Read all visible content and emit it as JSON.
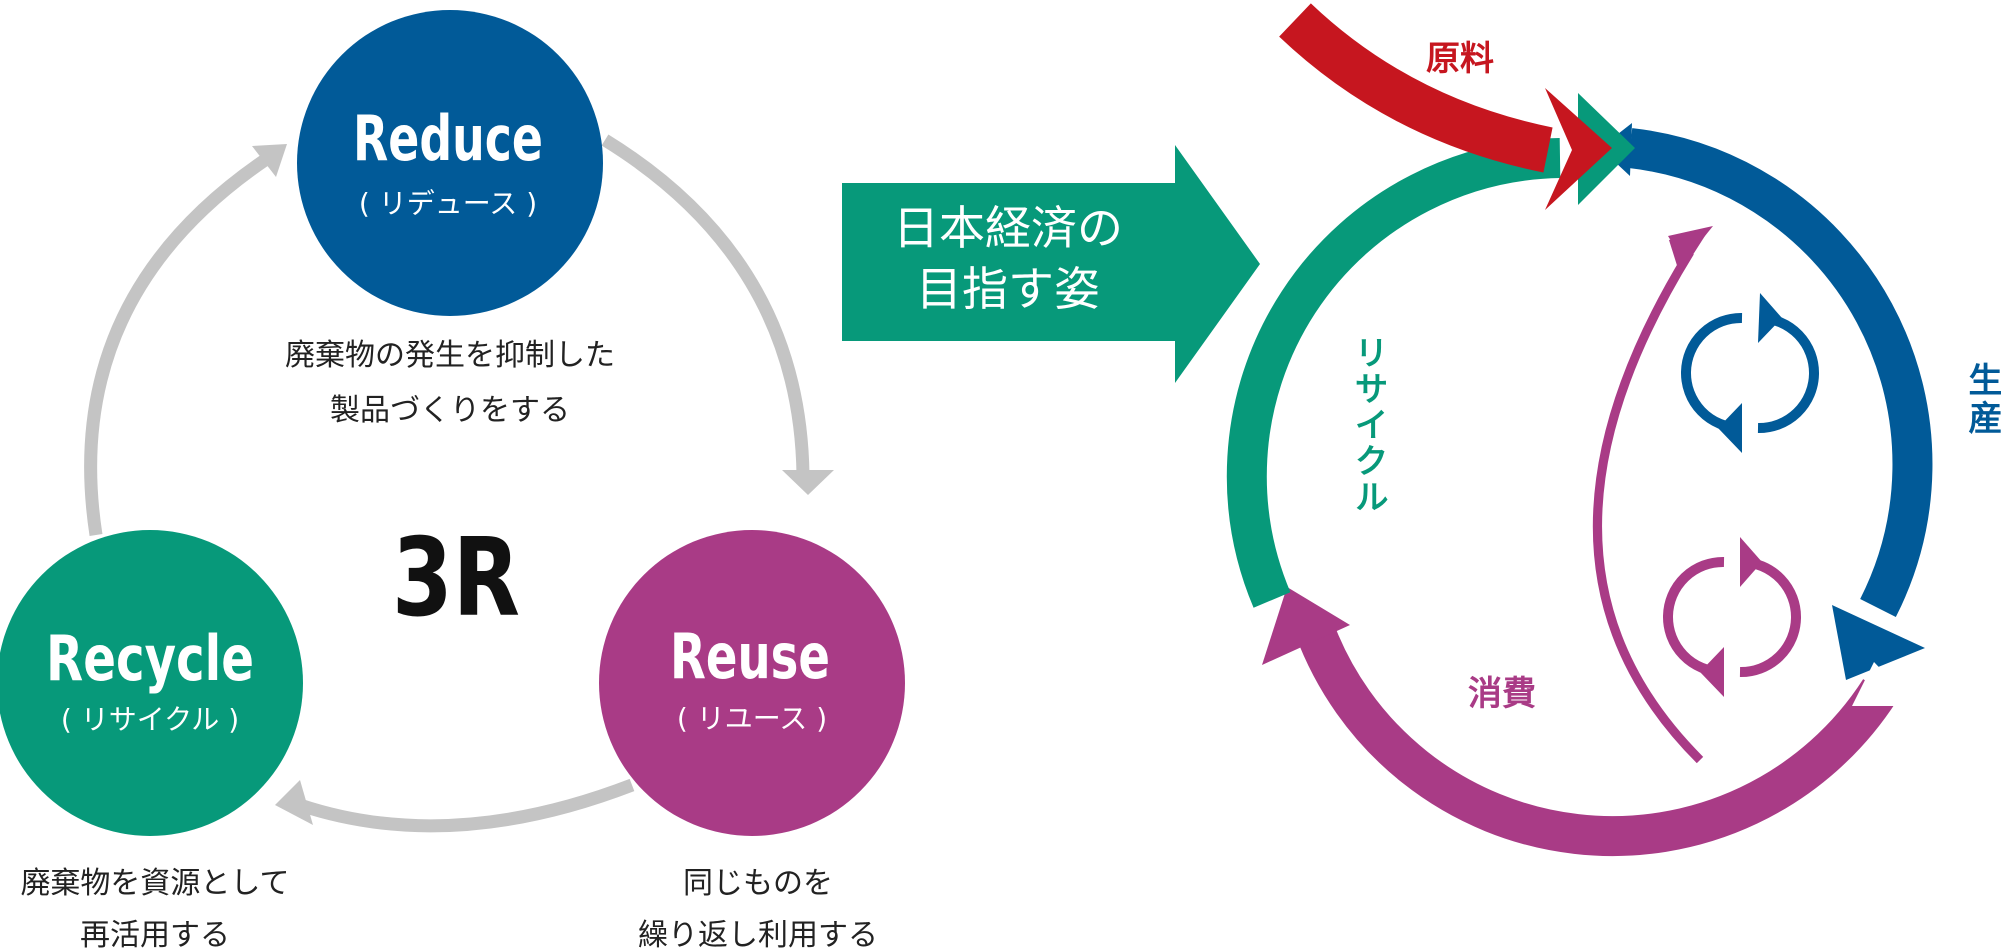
{
  "colors": {
    "reduce": "#015a98",
    "reuse": "#a93b86",
    "recycle": "#07997a",
    "cycle_arrow": "#c4c4c4",
    "red": "#c6161f",
    "text": "#222222"
  },
  "three_r": {
    "center_label": "3R",
    "reduce": {
      "title": "Reduce",
      "kana": "( リデュース )",
      "desc_1": "廃棄物の発生を抑制した",
      "desc_2": "製品づくりをする"
    },
    "reuse": {
      "title": "Reuse",
      "kana": "( リユース )",
      "desc_1": "同じものを",
      "desc_2": "繰り返し利用する"
    },
    "recycle": {
      "title": "Recycle",
      "kana": "( リサイクル )",
      "desc_1": "廃棄物を資源として",
      "desc_2": "再活用する"
    }
  },
  "transition": {
    "line_1": "日本経済の",
    "line_2": "目指す姿"
  },
  "economy": {
    "material": "原料",
    "production": "生産",
    "consumption": "消費",
    "recycling": "リサイクル",
    "icons": [
      "refresh-icon-blue",
      "refresh-icon-purple"
    ]
  }
}
